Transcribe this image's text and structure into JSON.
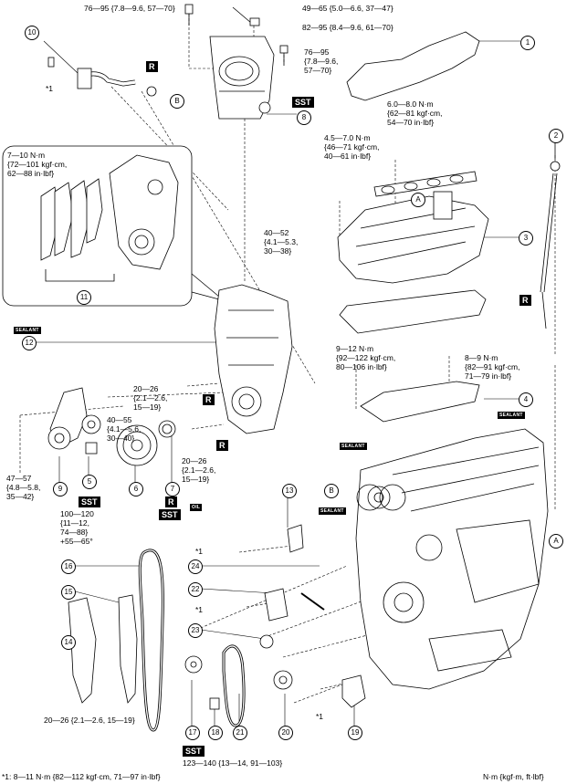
{
  "callouts": [
    "1",
    "2",
    "3",
    "4",
    "5",
    "6",
    "7",
    "8",
    "9",
    "10",
    "11",
    "12",
    "13",
    "14",
    "15",
    "16",
    "17",
    "18",
    "19",
    "20",
    "21",
    "22",
    "23",
    "24"
  ],
  "letter_markers": {
    "a1": "A",
    "a2": "A",
    "b1": "B",
    "b2": "B"
  },
  "torque": {
    "t_76_95_top": "76—95 {7.8—9.6, 57—70}",
    "t_49_65": "49—65 {5.0—6.6, 37—47}",
    "t_82_95": "82—95 {8.4—9.6, 61—70}",
    "t_76_95_right": "76—95\n{7.8—9.6,\n57—70}",
    "t_6_8": "6.0—8.0 N·m\n{62—81 kgf·cm,\n54—70 in·lbf}",
    "t_45_70": "4.5—7.0 N·m\n{46—71 kgf·cm,\n40—61 in·lbf}",
    "t_7_10": "7—10 N·m\n{72—101 kgf·cm,\n62—88 in·lbf}",
    "t_40_52": "40—52\n{4.1—5.3,\n30—38}",
    "t_9_12": "9—12 N·m\n{92—122 kgf·cm,\n80—106 in·lbf}",
    "t_8_9": "8—9 N·m\n{82—91 kgf·cm,\n71—79 in·lbf}",
    "t_20_26_a": "20—26\n{2.1—2.6,\n15—19}",
    "t_40_55": "40—55\n{4.1—5.6,\n30—40}",
    "t_20_26_b": "20—26\n{2.1—2.6,\n15—19}",
    "t_47_57": "47—57\n{4.8—5.8,\n35—42}",
    "t_100_120": "100—120\n{11—12,\n74—88}\n+55—65°",
    "t_20_26_c": "20—26 {2.1—2.6, 15—19}",
    "t_123_140": "123—140 {13—14, 91—103}"
  },
  "star_labels": {
    "s1": "*1",
    "s2": "*1",
    "s3": "*1",
    "s4": "*1"
  },
  "badges": {
    "r": "R",
    "sst": "SST",
    "sealant": "SEALANT",
    "oil": "OIL"
  },
  "footer": {
    "note": "*1: 8—11 N·m {82—112 kgf·cm, 71—97 in·lbf}",
    "units": "N·m {kgf·m, ft·lbf}"
  }
}
